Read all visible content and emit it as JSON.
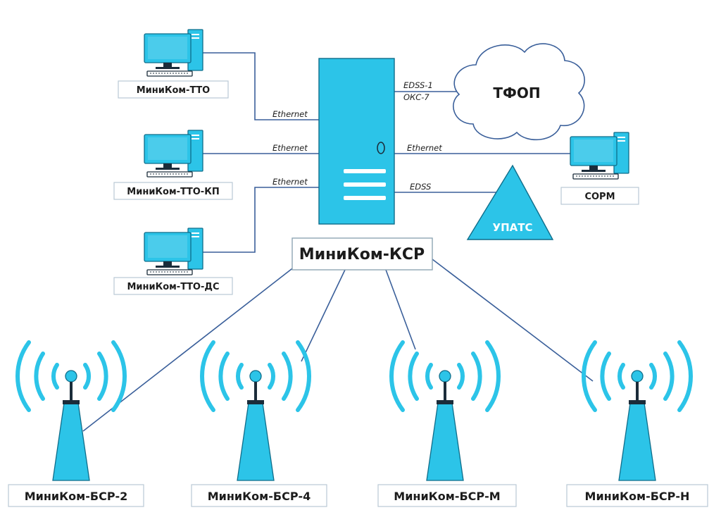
{
  "workstations": [
    {
      "label": "МиниКом-ТТО"
    },
    {
      "label": "МиниКом-ТТО-КП"
    },
    {
      "label": "МиниКом-ТТО-ДС"
    }
  ],
  "server": {
    "label": "МиниКом-КСР"
  },
  "pstn": {
    "label": "ТФОП"
  },
  "pbx": {
    "label": "УПАТС"
  },
  "sorm": {
    "label": "СОРМ"
  },
  "links": {
    "ws1": "Ethernet",
    "ws2": "Ethernet",
    "ws3": "Ethernet",
    "pstn_line1": "EDSS-1",
    "pstn_line2": "ОКС-7",
    "sorm": "Ethernet",
    "pbx": "EDSS"
  },
  "base_stations": [
    {
      "label": "МиниКом-БСР-2"
    },
    {
      "label": "МиниКом-БСР-4"
    },
    {
      "label": "МиниКом-БСР-М"
    },
    {
      "label": "МиниКом-БСР-Н"
    }
  ],
  "colors": {
    "accent": "#2cc4e8",
    "line": "#3a5f9a",
    "text": "#1c1c1c"
  }
}
